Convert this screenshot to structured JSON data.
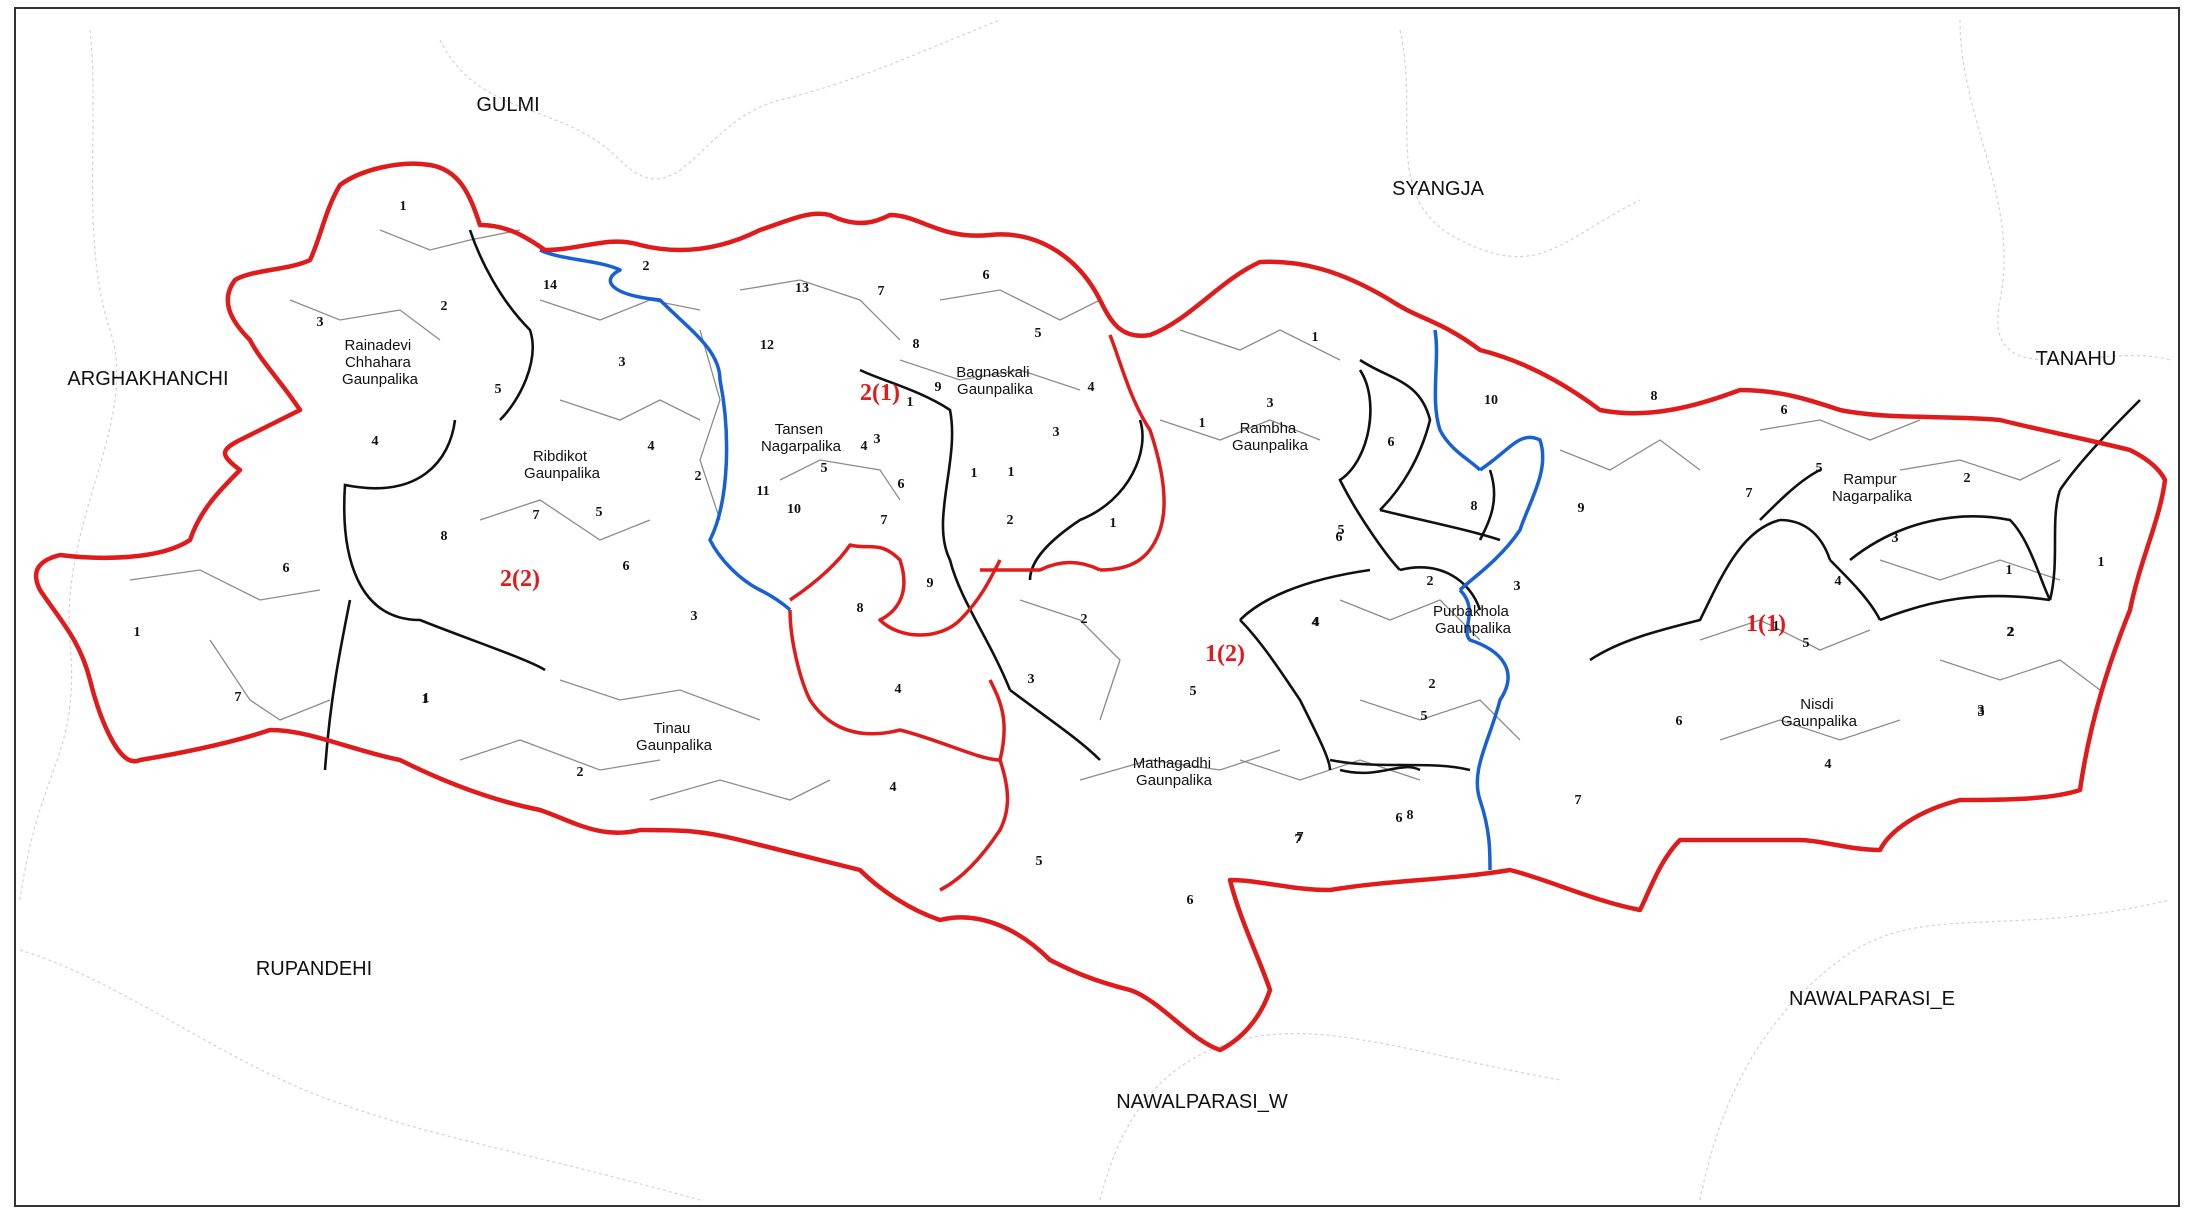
{
  "colors": {
    "district_boundary": "#e01b1b",
    "constituency_boundary": "#1760d6",
    "municipality_boundary": "#111111",
    "ward_boundary": "#8c8c8c",
    "constituency_label": "#e01b1b"
  },
  "neighbors": {
    "gulmi": "GULMI",
    "syangja": "SYANGJA",
    "tanahu": "TANAHU",
    "arghakhanchi": "ARGHAKHANCHI",
    "rupandehi": "RUPANDEHI",
    "nawalparasi_w": "NAWALPARASI_W",
    "nawalparasi_e": "NAWALPARASI_E"
  },
  "municipalities": [
    {
      "line1": "Rainadevi",
      "line2": "Chhahara",
      "line3": "Gaunpalika"
    },
    {
      "line1": "Ribdikot",
      "line2": "Gaunpalika"
    },
    {
      "line1": "Tansen",
      "line2": "Nagarpalika"
    },
    {
      "line1": "Bagnaskali",
      "line2": "Gaunpalika"
    },
    {
      "line1": "Rambha",
      "line2": "Gaunpalika"
    },
    {
      "line1": "Rampur",
      "line2": "Nagarpalika"
    },
    {
      "line1": "Purbakhola",
      "line2": "Gaunpalika"
    },
    {
      "line1": "Tinau",
      "line2": "Gaunpalika"
    },
    {
      "line1": "Mathagadhi",
      "line2": "Gaunpalika"
    },
    {
      "line1": "Nisdi",
      "line2": "Gaunpalika"
    }
  ],
  "constituencies": [
    "2(1)",
    "2(2)",
    "1(2)",
    "1(1)"
  ],
  "wards": [
    "1",
    "3",
    "2",
    "5",
    "4",
    "8",
    "6",
    "7",
    "1",
    "14",
    "2",
    "3",
    "4",
    "5",
    "7",
    "6",
    "2",
    "1",
    "13",
    "12",
    "11",
    "10",
    "5",
    "4",
    "3",
    "1",
    "7",
    "9",
    "8",
    "6",
    "7",
    "8",
    "9",
    "1",
    "6",
    "5",
    "4",
    "3",
    "1",
    "2",
    "1",
    "2",
    "3",
    "4",
    "3",
    "2",
    "1",
    "4",
    "5",
    "6",
    "7",
    "10",
    "6",
    "5",
    "8",
    "9",
    "3",
    "2",
    "1",
    "4",
    "5",
    "7",
    "6",
    "2",
    "1",
    "3",
    "4",
    "5",
    "6",
    "7",
    "8",
    "7",
    "6",
    "5",
    "2",
    "3",
    "4",
    "1",
    "1",
    "2",
    "3",
    "4",
    "5",
    "6",
    "7",
    "8",
    "1",
    "2",
    "3"
  ]
}
